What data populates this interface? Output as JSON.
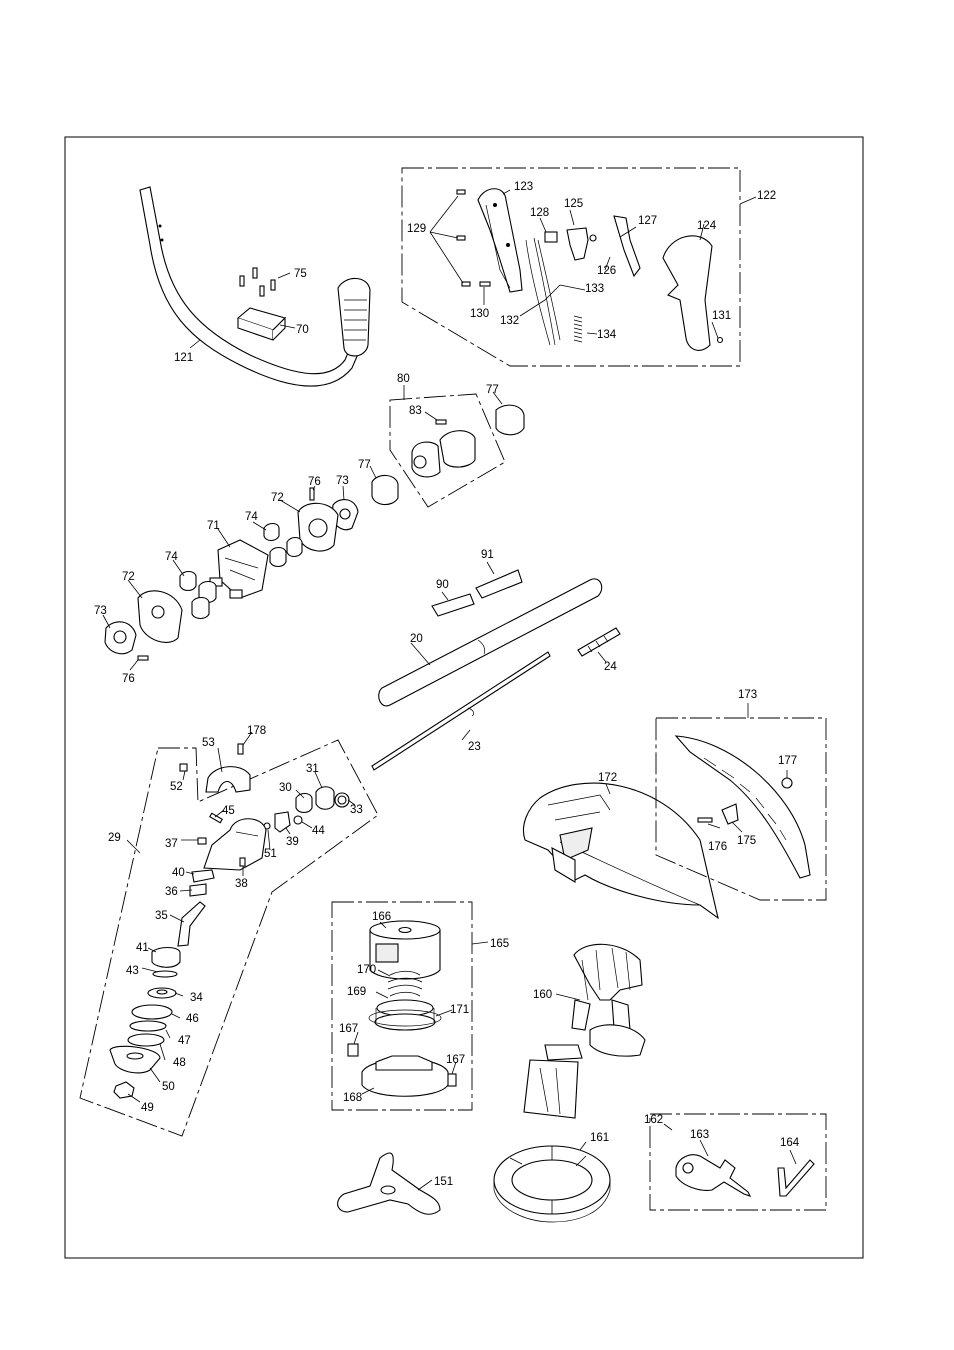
{
  "labels": {
    "l20": "20",
    "l23": "23",
    "l24": "24",
    "l29": "29",
    "l30": "30",
    "l31": "31",
    "l33": "33",
    "l34": "34",
    "l35": "35",
    "l36": "36",
    "l37": "37",
    "l38": "38",
    "l39": "39",
    "l40": "40",
    "l41": "41",
    "l43": "43",
    "l44": "44",
    "l45": "45",
    "l46": "46",
    "l47": "47",
    "l48": "48",
    "l49": "49",
    "l50": "50",
    "l51": "51",
    "l52": "52",
    "l53": "53",
    "l70": "70",
    "l71": "71",
    "l72a": "72",
    "l72b": "72",
    "l73a": "73",
    "l73b": "73",
    "l74a": "74",
    "l74b": "74",
    "l75": "75",
    "l76a": "76",
    "l76b": "76",
    "l77a": "77",
    "l77b": "77",
    "l80": "80",
    "l83": "83",
    "l90": "90",
    "l91": "91",
    "l121": "121",
    "l122": "122",
    "l123": "123",
    "l124": "124",
    "l125": "125",
    "l126": "126",
    "l127": "127",
    "l128": "128",
    "l129": "129",
    "l130": "130",
    "l131": "131",
    "l132": "132",
    "l133": "133",
    "l134": "134",
    "l151": "151",
    "l160": "160",
    "l161": "161",
    "l162": "162",
    "l163": "163",
    "l164": "164",
    "l165": "165",
    "l166": "166",
    "l167a": "167",
    "l167b": "167",
    "l168": "168",
    "l169": "169",
    "l170": "170",
    "l171": "171",
    "l172": "172",
    "l173": "173",
    "l175": "175",
    "l176": "176",
    "l177": "177",
    "l178": "178"
  },
  "colors": {
    "line": "#000000",
    "background": "#ffffff",
    "fill_light": "#eeeeee"
  }
}
